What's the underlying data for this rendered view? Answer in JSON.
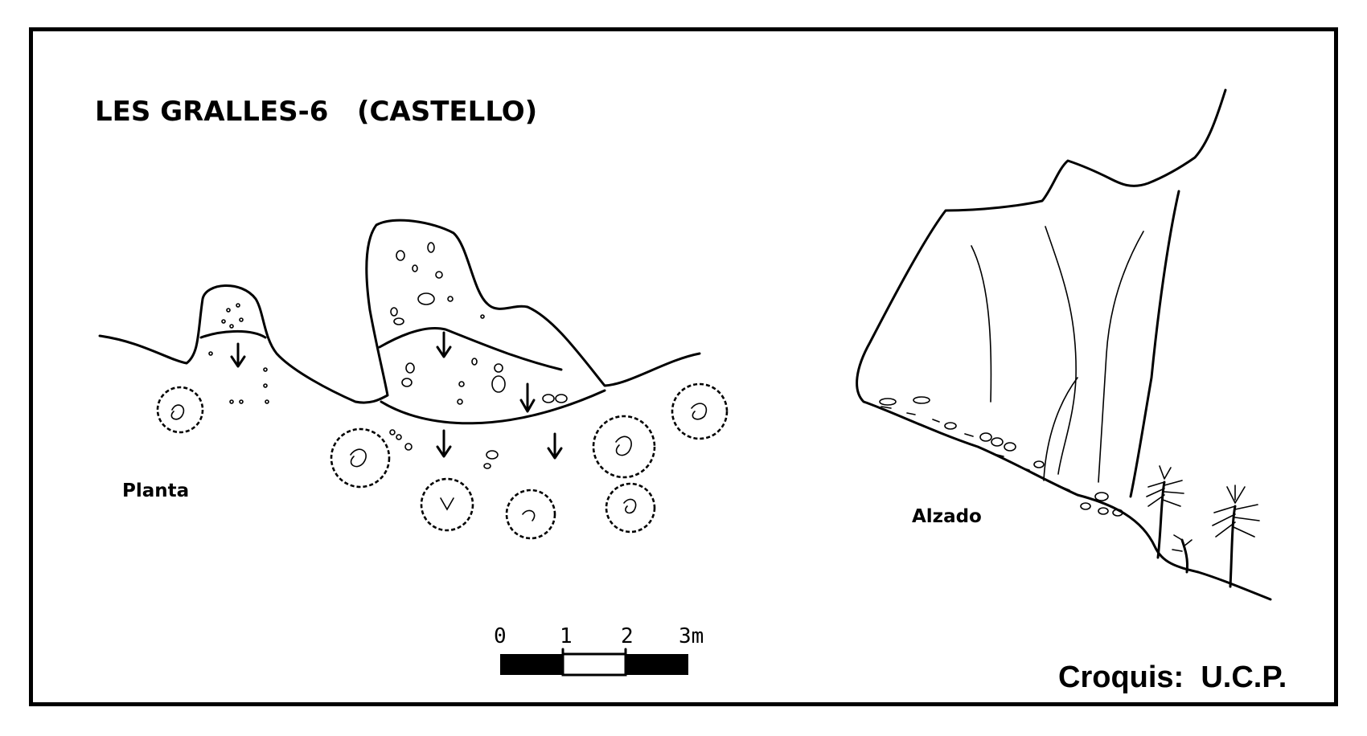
{
  "title": "LES GRALLES-6   (CASTELLO)",
  "plan_label": "Planta",
  "elevation_label": "Alzado",
  "credit": "Croquis:  U.C.P.",
  "scale_bar": {
    "ticks": [
      "0",
      "1",
      "2",
      "3m"
    ]
  }
}
